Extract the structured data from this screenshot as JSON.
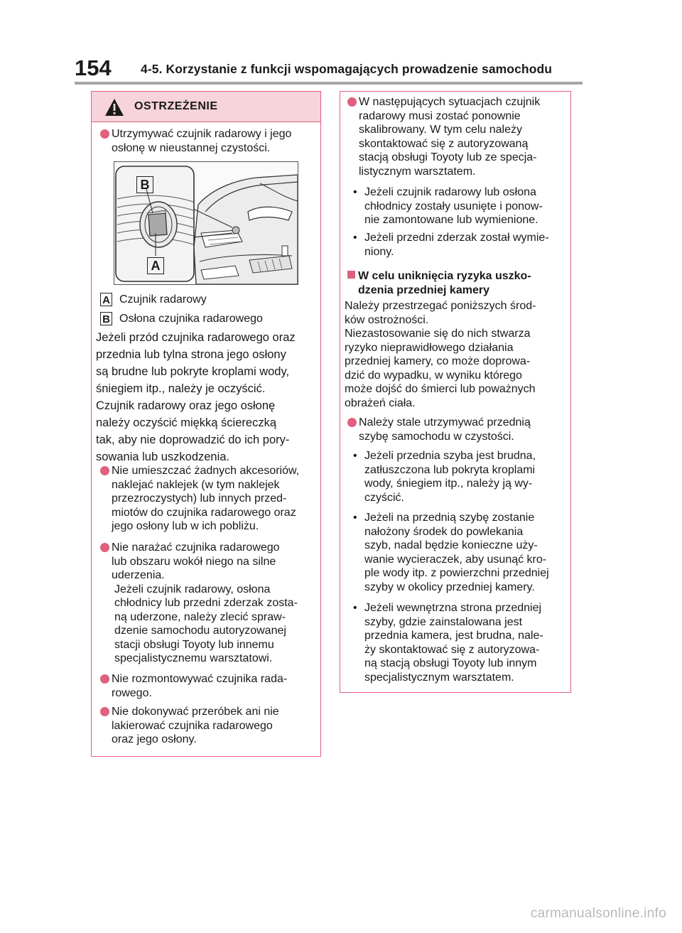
{
  "header": {
    "page_number": "154",
    "chapter_title": "4-5. Korzystanie z funkcji wspomagających prowadzenie samochodu"
  },
  "left_box": {
    "warning_title": "OSTRZEŻENIE",
    "bullet1": [
      "Utrzymywać czujnik radarowy i jego",
      "osłonę w nieustannej czystości."
    ],
    "figure_labels": {
      "a": "A",
      "b": "B"
    },
    "legend": [
      {
        "label": "A",
        "text": "Czujnik radarowy"
      },
      {
        "label": "B",
        "text": "Osłona czujnika radarowego"
      }
    ],
    "para1": [
      "Jeżeli przód czujnika radarowego oraz",
      "przednia lub tylna strona jego osłony",
      "są brudne lub pokryte kroplami wody,",
      "śniegiem itp., należy je oczyścić."
    ],
    "para2": [
      "Czujnik radarowy oraz jego osłonę",
      "należy oczyścić miękką ściereczką",
      "tak, aby nie doprowadzić do ich pory-",
      "sowania lub uszkodzenia."
    ],
    "bullet2": [
      "Nie umieszczać żadnych akcesoriów,",
      "naklejać naklejek (w tym naklejek",
      "przezroczystych) lub innych przed-",
      "miotów do czujnika radarowego oraz",
      "jego osłony lub w ich pobliżu."
    ],
    "bullet3": [
      "Nie narażać czujnika radarowego",
      "lub obszaru wokół niego na silne",
      "uderzenia.",
      "Jeżeli czujnik radarowy, osłona",
      "chłodnicy lub przedni zderzak zosta-",
      "ną uderzone, należy zlecić spraw-",
      "dzenie samochodu autoryzowanej",
      "stacji obsługi Toyoty lub innemu",
      "specjalistycznemu warsztatowi."
    ],
    "bullet4": [
      "Nie rozmontowywać czujnika rada-",
      "rowego."
    ],
    "bullet5": [
      "Nie dokonywać przeróbek ani nie",
      "lakierować czujnika radarowego",
      "oraz jego osłony."
    ]
  },
  "right_box": {
    "bullet1": [
      "W następujących sytuacjach czujnik",
      "radarowy musi zostać ponownie",
      "skalibrowany. W tym celu należy",
      "skontaktować się z autoryzowaną",
      "stacją obsługi Toyoty lub ze specja-",
      "listycznym warsztatem."
    ],
    "sub1": [
      "Jeżeli czujnik radarowy lub osłona",
      "chłodnicy zostały usunięte i ponow-",
      "nie zamontowane lub wymienione."
    ],
    "sub2": [
      "Jeżeli przedni zderzak został wymie-",
      "niony."
    ],
    "section_title": [
      "W celu uniknięcia ryzyka uszko-",
      "dzenia przedniej kamery"
    ],
    "para": [
      "Należy przestrzegać poniższych środ-",
      "ków ostrożności.",
      "Niezastosowanie się do nich stwarza",
      "ryzyko nieprawidłowego działania",
      "przedniej kamery, co może doprowa-",
      "dzić do wypadku, w wyniku którego",
      "może dojść do śmierci lub poważnych",
      "obrażeń ciała."
    ],
    "bullet2": [
      "Należy stale utrzymywać przednią",
      "szybę samochodu w czystości."
    ],
    "sub3": [
      "Jeżeli przednia szyba jest brudna,",
      "zatłuszczona lub pokryta kroplami",
      "wody, śniegiem itp., należy ją wy-",
      "czyścić."
    ],
    "sub4": [
      "Jeżeli na przednią szybę zostanie",
      "nałożony środek do powlekania",
      "szyb, nadal będzie konieczne uży-",
      "wanie wycieraczek, aby usunąć kro-",
      "ple wody itp. z powierzchni przedniej",
      "szyby w okolicy przedniej kamery."
    ],
    "sub5": [
      "Jeżeli wewnętrzna strona przedniej",
      "szyby, gdzie zainstalowana jest",
      "przednia kamera, jest brudna, nale-",
      "ży skontaktować się z autoryzowa-",
      "ną stacją obsługi Toyoty lub innym",
      "specjalistycznym warsztatem."
    ]
  },
  "bullet_char": "•",
  "watermark": "carmanualsonline.info",
  "colors": {
    "accent": "#e0607e",
    "warning_fill": "#f7d3dc",
    "rule": "#a6a6a6"
  }
}
